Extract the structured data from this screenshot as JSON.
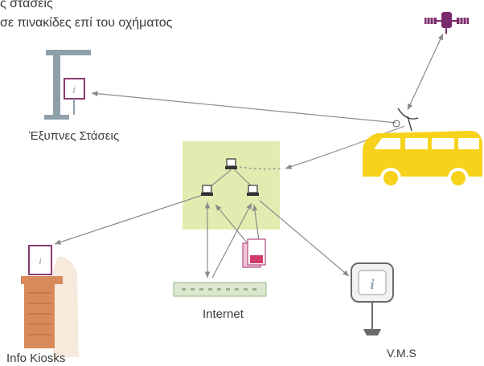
{
  "captions": {
    "line1": "ς στάσεις",
    "line2": "σε πινακίδες επί του οχήματος"
  },
  "labels": {
    "smart_stops": "Έξυπνες Στάσεις",
    "internet": "Internet",
    "info_kiosks": "Info Kiosks",
    "vms": "V.M.S"
  },
  "colors": {
    "server_panel": "#e3ecb0",
    "vehicle": "#f6d21a",
    "satellite": "#7a2a6a",
    "stop_pole": "#8fa0ab",
    "kiosk": "#d98a5a",
    "arrows": "#8a8a8a"
  },
  "icons": {
    "satellite": "satellite-icon",
    "vehicle": "bus-icon",
    "smart_stop": "bus-stop-icon",
    "server": "computer-icon",
    "internet": "network-hub-icon",
    "kiosk": "kiosk-icon",
    "vms": "vms-sign-icon",
    "document": "document-icon"
  }
}
